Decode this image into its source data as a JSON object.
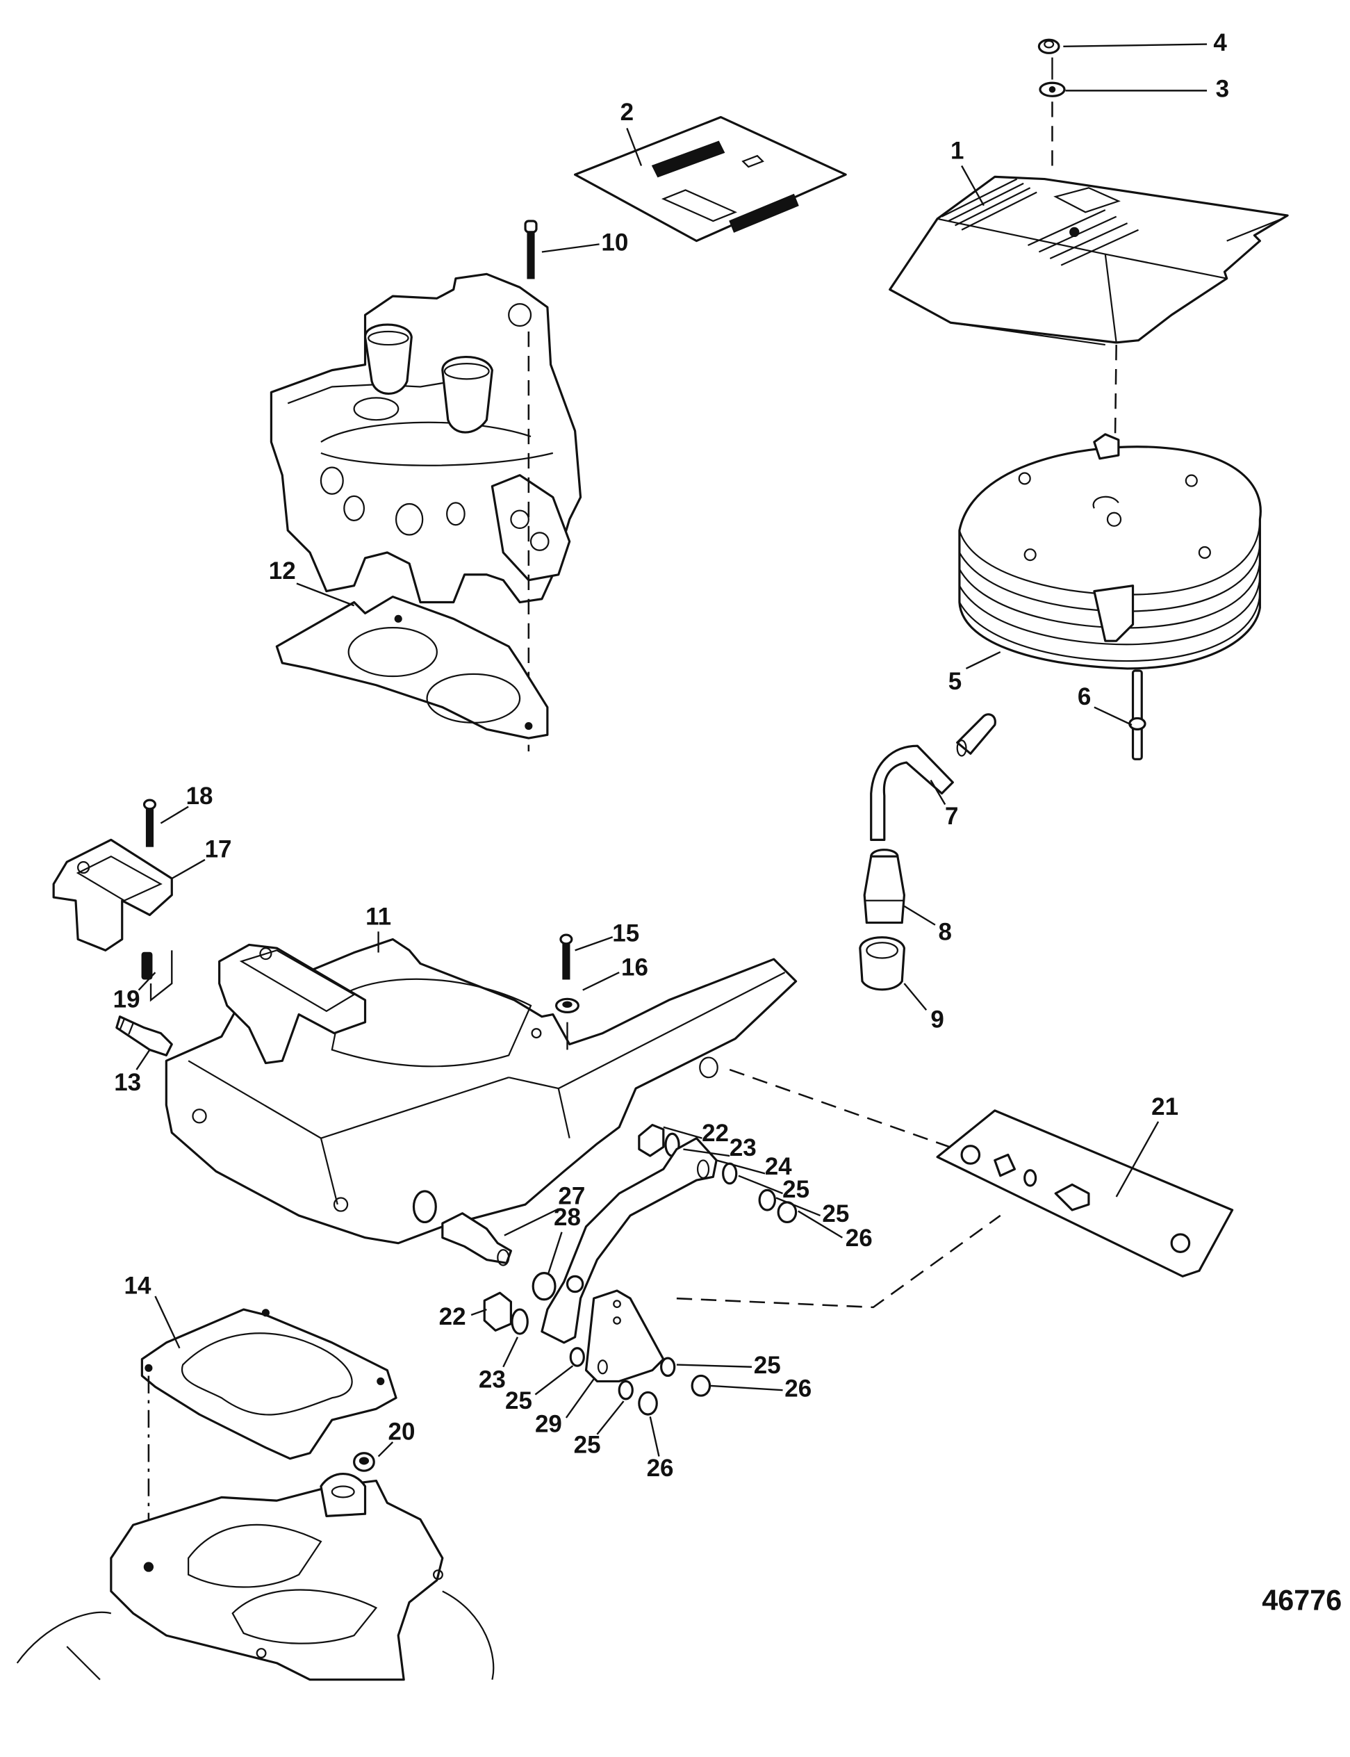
{
  "diagram": {
    "title": "Throttle Body / Flame Arrestor Exploded Parts View",
    "figure_number": "46776",
    "callouts": [
      {
        "id": "c1",
        "label": "1",
        "part": "flame-arrestor-cover"
      },
      {
        "id": "c2",
        "label": "2",
        "part": "decal-set"
      },
      {
        "id": "c3",
        "label": "3",
        "part": "washer"
      },
      {
        "id": "c4",
        "label": "4",
        "part": "nut"
      },
      {
        "id": "c5",
        "label": "5",
        "part": "flame-arrestor"
      },
      {
        "id": "c6",
        "label": "6",
        "part": "stud"
      },
      {
        "id": "c7",
        "label": "7",
        "part": "hose"
      },
      {
        "id": "c8",
        "label": "8",
        "part": "fitting"
      },
      {
        "id": "c9",
        "label": "9",
        "part": "cap"
      },
      {
        "id": "c10",
        "label": "10",
        "part": "screw"
      },
      {
        "id": "c11",
        "label": "11",
        "part": "throttle-body-adapter"
      },
      {
        "id": "c12",
        "label": "12",
        "part": "gasket"
      },
      {
        "id": "c13",
        "label": "13",
        "part": "fitting"
      },
      {
        "id": "c14",
        "label": "14",
        "part": "gasket"
      },
      {
        "id": "c15",
        "label": "15",
        "part": "screw"
      },
      {
        "id": "c16",
        "label": "16",
        "part": "washer"
      },
      {
        "id": "c17",
        "label": "17",
        "part": "map-sensor"
      },
      {
        "id": "c18",
        "label": "18",
        "part": "screw"
      },
      {
        "id": "c19",
        "label": "19",
        "part": "spacer"
      },
      {
        "id": "c20",
        "label": "20",
        "part": "nut"
      },
      {
        "id": "c21",
        "label": "21",
        "part": "bracket-kit"
      },
      {
        "id": "c22a",
        "label": "22",
        "part": "nut"
      },
      {
        "id": "c23a",
        "label": "23",
        "part": "stud"
      },
      {
        "id": "c24",
        "label": "24",
        "part": "throttle-lever"
      },
      {
        "id": "c25a",
        "label": "25",
        "part": "washer"
      },
      {
        "id": "c25b",
        "label": "25",
        "part": "washer"
      },
      {
        "id": "c26a",
        "label": "26",
        "part": "nut"
      },
      {
        "id": "c27",
        "label": "27",
        "part": "fitting"
      },
      {
        "id": "c28",
        "label": "28",
        "part": "washer"
      },
      {
        "id": "c22b",
        "label": "22",
        "part": "nut"
      },
      {
        "id": "c23b",
        "label": "23",
        "part": "stud"
      },
      {
        "id": "c25c",
        "label": "25",
        "part": "washer"
      },
      {
        "id": "c26b",
        "label": "26",
        "part": "nut"
      },
      {
        "id": "c25d",
        "label": "25",
        "part": "washer"
      },
      {
        "id": "c29",
        "label": "29",
        "part": "bracket"
      },
      {
        "id": "c25e",
        "label": "25",
        "part": "washer"
      },
      {
        "id": "c26c",
        "label": "26",
        "part": "nut"
      }
    ]
  }
}
